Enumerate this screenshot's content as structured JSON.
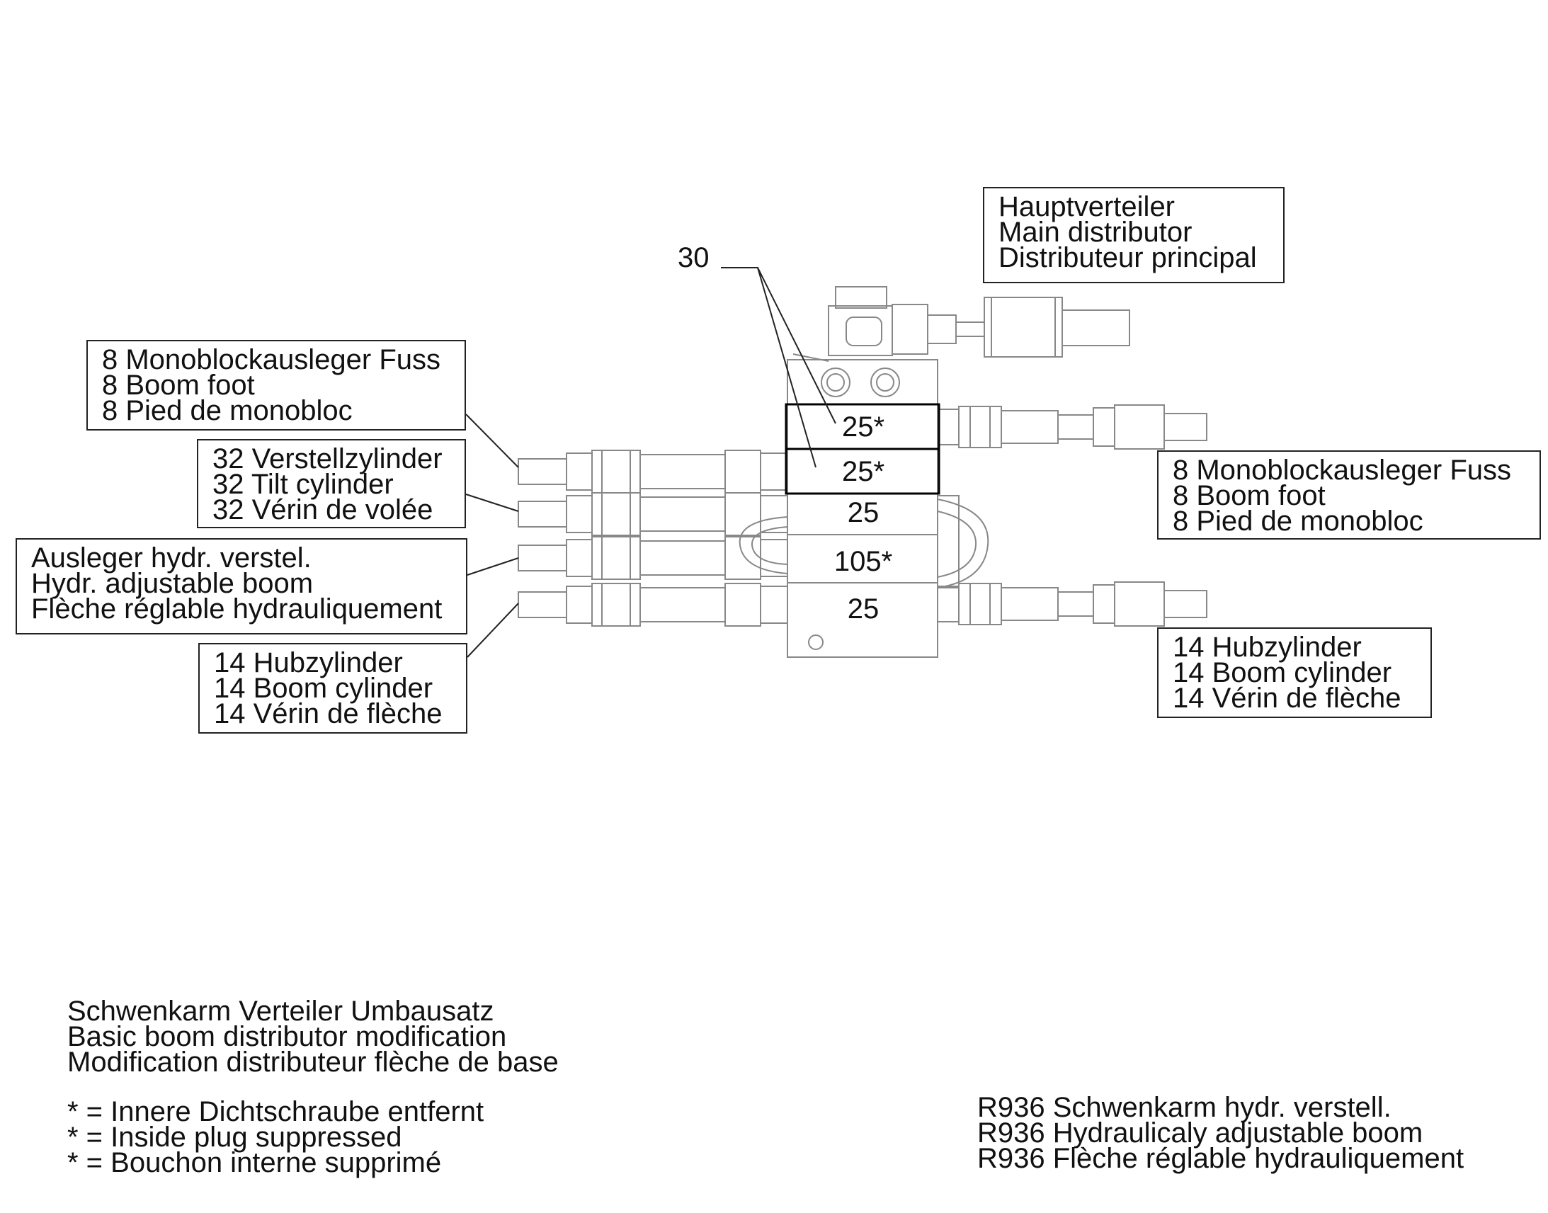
{
  "callout_number": "30",
  "sections": [
    {
      "value": "25*"
    },
    {
      "value": "25*"
    },
    {
      "value": "25"
    },
    {
      "value": "105*"
    },
    {
      "value": "25"
    }
  ],
  "labels": {
    "main_distributor": [
      "Hauptverteiler",
      "Main distributor",
      "Distributeur principal"
    ],
    "left_boom_foot": [
      "8 Monoblockausleger Fuss",
      "8 Boom foot",
      "8 Pied de monobloc"
    ],
    "left_tilt_cylinder": [
      "32 Verstellzylinder",
      "32 Tilt cylinder",
      "32 Vérin de volée"
    ],
    "left_adjustable_boom": [
      "Ausleger hydr. verstel.",
      "Hydr. adjustable boom",
      "Flèche réglable hydrauliquement"
    ],
    "left_boom_cylinder": [
      "14 Hubzylinder",
      "14 Boom cylinder",
      "14 Vérin de flèche"
    ],
    "right_boom_foot": [
      "8 Monoblockausleger Fuss",
      "8 Boom foot",
      "8 Pied de monobloc"
    ],
    "right_boom_cylinder": [
      "14 Hubzylinder",
      "14 Boom cylinder",
      "14 Vérin de flèche"
    ]
  },
  "title": [
    "Schwenkarm Verteiler Umbausatz",
    "Basic boom distributor modification",
    "Modification distributeur flèche de base"
  ],
  "notes": [
    "* = Innere Dichtschraube entfernt",
    "* = Inside plug suppressed",
    "* = Bouchon interne supprimé"
  ],
  "model": [
    "R936 Schwenkarm hydr. verstell.",
    "R936 Hydraulicaly adjustable boom",
    "R936 Flèche réglable hydrauliquement"
  ]
}
